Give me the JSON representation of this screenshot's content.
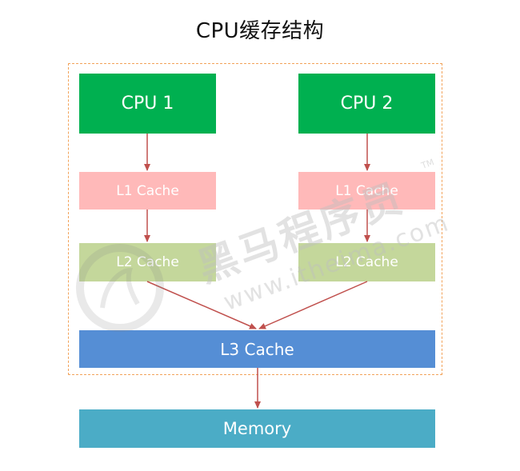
{
  "title": "CPU缓存结构",
  "nodes": {
    "cpu1": "CPU 1",
    "cpu2": "CPU 2",
    "l1_left": "L1 Cache",
    "l1_right": "L1 Cache",
    "l2_left": "L2 Cache",
    "l2_right": "L2 Cache",
    "l3": "L3 Cache",
    "memory": "Memory"
  },
  "edges": [
    {
      "from": "CPU 1",
      "to": "L1 Cache (left)"
    },
    {
      "from": "L1 Cache (left)",
      "to": "L2 Cache (left)"
    },
    {
      "from": "CPU 2",
      "to": "L1 Cache (right)"
    },
    {
      "from": "L1 Cache (right)",
      "to": "L2 Cache (right)"
    },
    {
      "from": "L2 Cache (left)",
      "to": "L3 Cache"
    },
    {
      "from": "L2 Cache (right)",
      "to": "L3 Cache"
    },
    {
      "from": "L3 Cache",
      "to": "Memory"
    }
  ],
  "watermark": {
    "brand": "黑马程序员",
    "url": "www.itheima.com",
    "tm": "TM"
  },
  "colors": {
    "cpu": "#00b050",
    "l1": "#ffb9b9",
    "l2": "#c4d79b",
    "l3": "#558ed5",
    "memory": "#4bacc6",
    "arrow": "#c0504d",
    "frame": "#f2a35a"
  }
}
